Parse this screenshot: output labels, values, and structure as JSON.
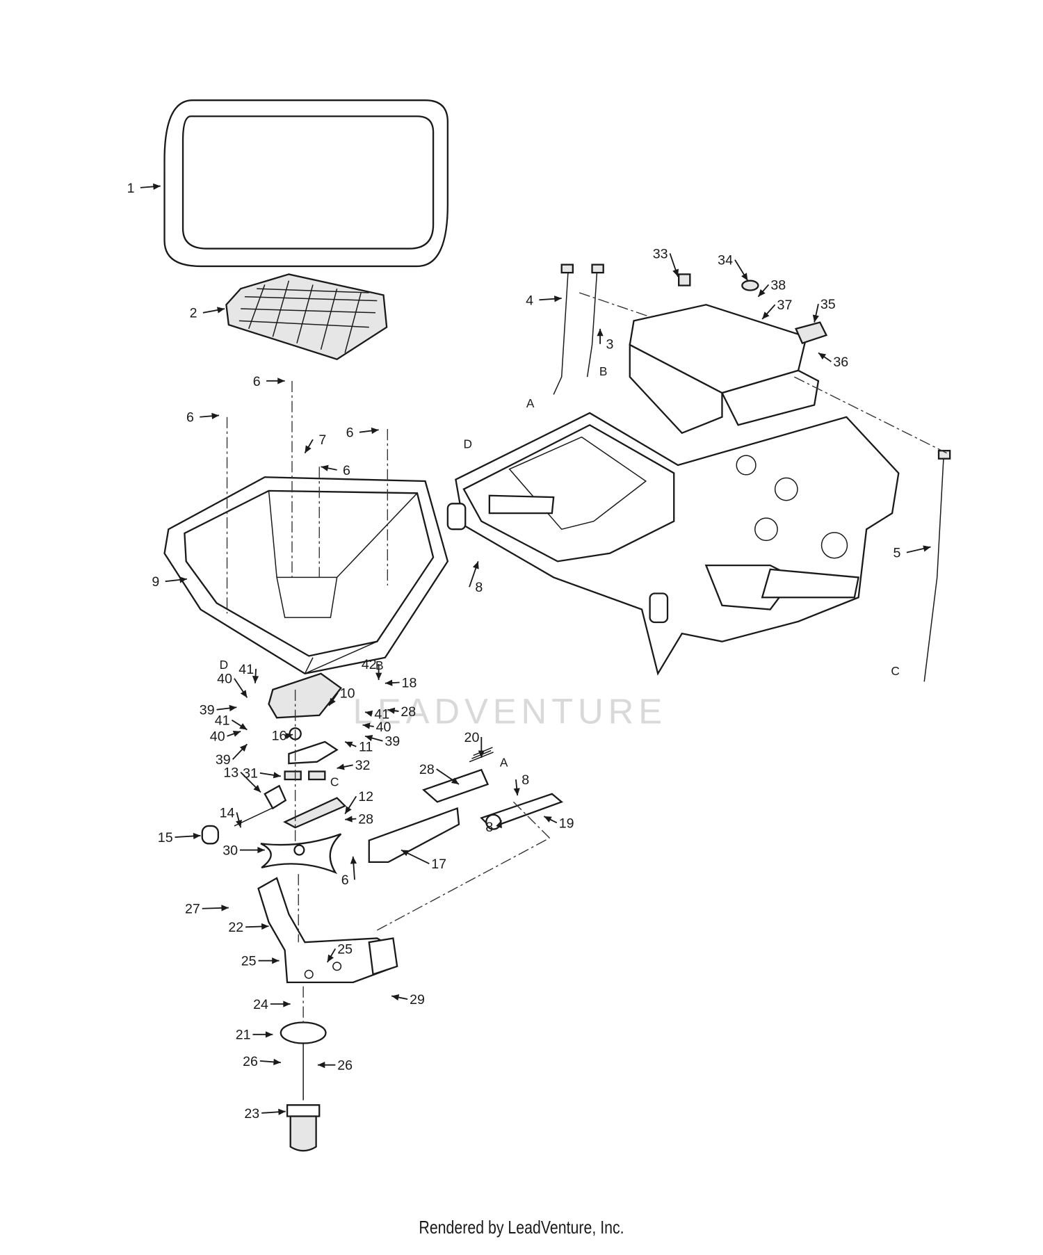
{
  "footer": "Rendered by LeadVenture, Inc.",
  "watermark": "LEADVENTURE",
  "colors": {
    "ink": "#1a1a1a",
    "paper": "#ffffff",
    "watermark": "#d9d9d9"
  },
  "callouts": [
    {
      "label": "1"
    },
    {
      "label": "2"
    },
    {
      "label": "3"
    },
    {
      "label": "4"
    },
    {
      "label": "5"
    },
    {
      "label": "6"
    },
    {
      "label": "6"
    },
    {
      "label": "6"
    },
    {
      "label": "6"
    },
    {
      "label": "6"
    },
    {
      "label": "7"
    },
    {
      "label": "8"
    },
    {
      "label": "8"
    },
    {
      "label": "8"
    },
    {
      "label": "9"
    },
    {
      "label": "10"
    },
    {
      "label": "11"
    },
    {
      "label": "12"
    },
    {
      "label": "13"
    },
    {
      "label": "14"
    },
    {
      "label": "15"
    },
    {
      "label": "16"
    },
    {
      "label": "17"
    },
    {
      "label": "18"
    },
    {
      "label": "19"
    },
    {
      "label": "20"
    },
    {
      "label": "21"
    },
    {
      "label": "22"
    },
    {
      "label": "23"
    },
    {
      "label": "24"
    },
    {
      "label": "25"
    },
    {
      "label": "25"
    },
    {
      "label": "26"
    },
    {
      "label": "26"
    },
    {
      "label": "27"
    },
    {
      "label": "28"
    },
    {
      "label": "28"
    },
    {
      "label": "28"
    },
    {
      "label": "29"
    },
    {
      "label": "30"
    },
    {
      "label": "31"
    },
    {
      "label": "32"
    },
    {
      "label": "33"
    },
    {
      "label": "34"
    },
    {
      "label": "35"
    },
    {
      "label": "36"
    },
    {
      "label": "37"
    },
    {
      "label": "38"
    },
    {
      "label": "39"
    },
    {
      "label": "39"
    },
    {
      "label": "39"
    },
    {
      "label": "40"
    },
    {
      "label": "40"
    },
    {
      "label": "40"
    },
    {
      "label": "41"
    },
    {
      "label": "41"
    },
    {
      "label": "41"
    },
    {
      "label": "42"
    }
  ],
  "connector_letters": [
    {
      "label": "A"
    },
    {
      "label": "A"
    },
    {
      "label": "B"
    },
    {
      "label": "B"
    },
    {
      "label": "C"
    },
    {
      "label": "C"
    },
    {
      "label": "D"
    },
    {
      "label": "D"
    }
  ]
}
